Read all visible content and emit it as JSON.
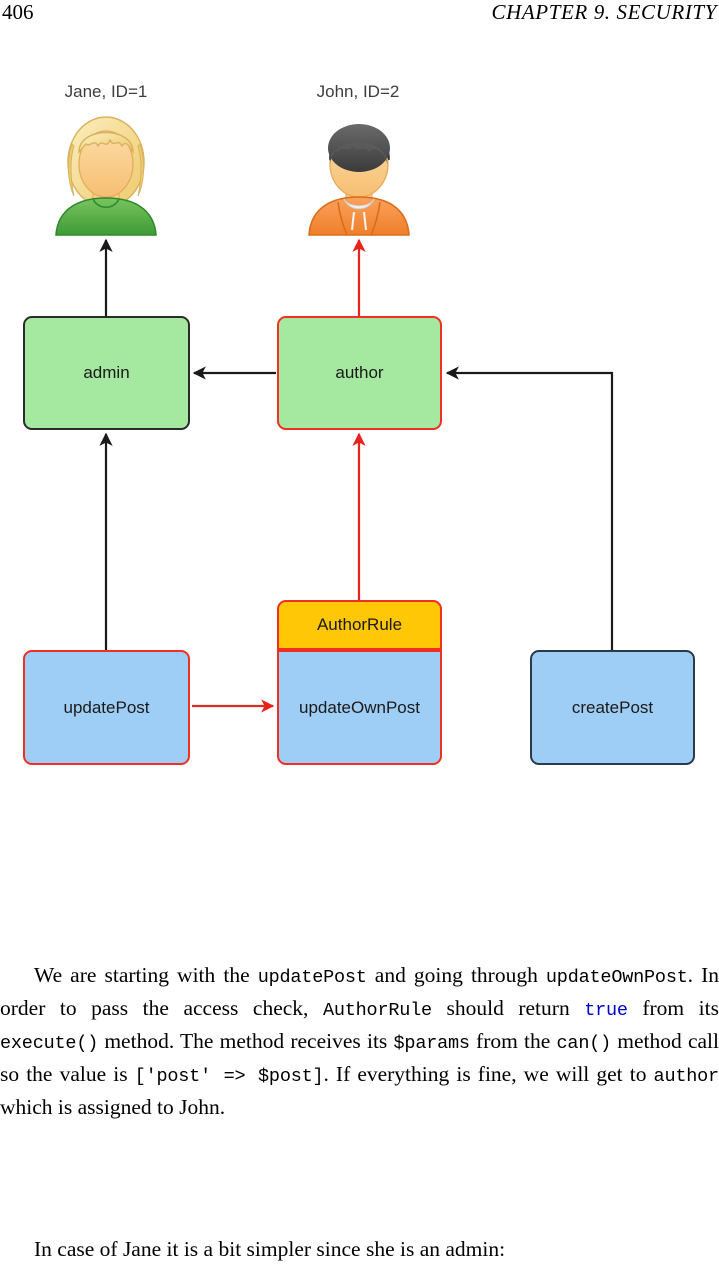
{
  "header": {
    "folio": "406",
    "chapter_title": "CHAPTER 9.   SECURITY"
  },
  "figure": {
    "actors": [
      {
        "id": "jane",
        "label": "Jane, ID=1",
        "icon": "user-avatar-female-icon",
        "hair_color": "#f5d88a",
        "shirt_color": "#57b14a"
      },
      {
        "id": "john",
        "label": "John, ID=2",
        "icon": "user-avatar-male-icon",
        "hair_color": "#4d4d4d",
        "shirt_color": "#f58a3c"
      }
    ],
    "nodes": [
      {
        "id": "admin",
        "label": "admin",
        "kind": "role",
        "highlighted": false,
        "fill": "#a5e8a0",
        "border": "#2b2b2b"
      },
      {
        "id": "author",
        "label": "author",
        "kind": "role",
        "highlighted": true,
        "fill": "#a5e8a0",
        "border": "#f03021"
      },
      {
        "id": "authorRule",
        "label": "AuthorRule",
        "kind": "rule",
        "highlighted": true,
        "fill": "#ffc706",
        "border": "#f03021"
      },
      {
        "id": "updatePost",
        "label": "updatePost",
        "kind": "permission",
        "highlighted": true,
        "fill": "#9ecdf5",
        "border": "#f03021"
      },
      {
        "id": "updateOwnPost",
        "label": "updateOwnPost",
        "kind": "permission",
        "highlighted": true,
        "fill": "#9ecdf5",
        "border": "#f03021"
      },
      {
        "id": "createPost",
        "label": "createPost",
        "kind": "permission",
        "highlighted": false,
        "fill": "#9ecdf5",
        "border": "#2b3a4a"
      }
    ],
    "edges": [
      {
        "from": "admin",
        "to": "jane",
        "color": "#1a1a1a"
      },
      {
        "from": "author",
        "to": "john",
        "color": "#e8231a"
      },
      {
        "from": "author",
        "to": "admin",
        "color": "#1a1a1a"
      },
      {
        "from": "createPost",
        "to": "author",
        "color": "#1a1a1a"
      },
      {
        "from": "updatePost",
        "to": "admin",
        "color": "#1a1a1a"
      },
      {
        "from": "authorRule",
        "to": "author",
        "color": "#e8231a"
      },
      {
        "from": "updatePost",
        "to": "updateOwnPost",
        "color": "#e8231a"
      }
    ]
  },
  "paragraphs": {
    "p1": {
      "segments": [
        {
          "type": "text",
          "value": "We are starting with the "
        },
        {
          "type": "code",
          "value": "updatePost"
        },
        {
          "type": "text",
          "value": " and going through "
        },
        {
          "type": "code",
          "value": "updateOwnPost"
        },
        {
          "type": "text",
          "value": ". In order to pass the access check, "
        },
        {
          "type": "code",
          "value": "AuthorRule"
        },
        {
          "type": "text",
          "value": " should return "
        },
        {
          "type": "code-blue",
          "value": "true"
        },
        {
          "type": "text",
          "value": " from its "
        },
        {
          "type": "code",
          "value": "execute()"
        },
        {
          "type": "text",
          "value": " method. The method receives its "
        },
        {
          "type": "code",
          "value": "$params"
        },
        {
          "type": "text",
          "value": " from the "
        },
        {
          "type": "code",
          "value": "can()"
        },
        {
          "type": "text",
          "value": " method call so the value is "
        },
        {
          "type": "code",
          "value": "['post' => $post]"
        },
        {
          "type": "text",
          "value": ". If everything is fine, we will get to "
        },
        {
          "type": "code",
          "value": "author"
        },
        {
          "type": "text",
          "value": " which is assigned to John."
        }
      ]
    },
    "p2": {
      "text": "In case of Jane it is a bit simpler since she is an admin:"
    }
  }
}
